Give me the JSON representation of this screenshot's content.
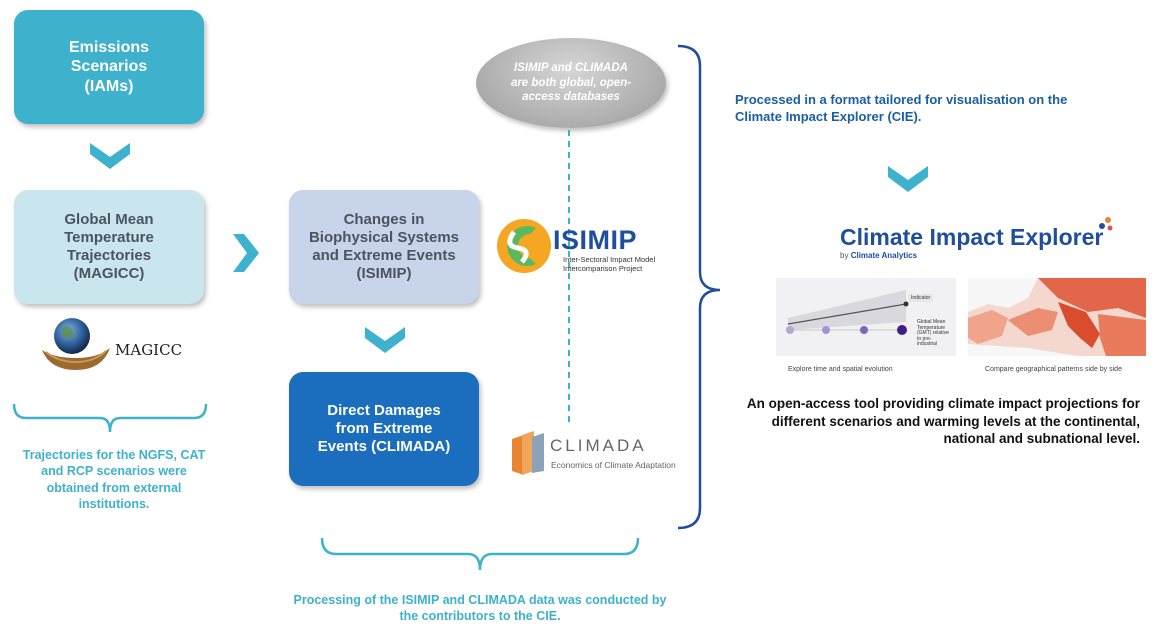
{
  "boxes": {
    "emissions": [
      "Emissions",
      "Scenarios",
      "(IAMs)"
    ],
    "gmt": [
      "Global Mean",
      "Temperature",
      "Trajectories",
      "(MAGICC)"
    ],
    "biophysical": [
      "Changes in",
      "Biophysical Systems",
      "and Extreme Events",
      "(ISIMIP)"
    ],
    "damages": [
      "Direct Damages",
      "from Extreme",
      "Events (CLIMADA)"
    ]
  },
  "oval_note": "ISIMIP and CLIMADA are both global, open-access databases",
  "notes": {
    "left": "Trajectories for the NGFS, CAT and RCP scenarios were obtained from external institutions.",
    "bottom": "Processing of the ISIMIP and CLIMADA data was conducted by the contributors to the CIE.",
    "right": "Processed in a format tailored for visualisation on the Climate Impact Explorer (CIE).",
    "cie_description": "An open-access tool providing climate impact projections for different scenarios and warming levels at the continental, national and subnational level."
  },
  "logos": {
    "magicc": "MAGICC",
    "isimip": "ISIMIP",
    "isimip_sub": "Inter-Sectoral Impact Model Intercomparison Project",
    "climada": "CLIMADA",
    "climada_sub": "Economics of Climate Adaptation"
  },
  "cie": {
    "title": "Climate Impact Explorer",
    "by_prefix": "by",
    "by_org": "Climate Analytics",
    "caption_left": "Explore time and spatial evolution",
    "caption_right": "Compare geographical patterns side by side",
    "panel_tag": "Indicator",
    "panel_desc": "Global Mean Temperature (GMT) relative to pre-industrial"
  },
  "colors": {
    "teal": "#3eb1cd",
    "light_teal": "#c9e5ee",
    "light_blue": "#c7d4ea",
    "blue": "#1a6ebd",
    "navy": "#1f4e9e"
  }
}
